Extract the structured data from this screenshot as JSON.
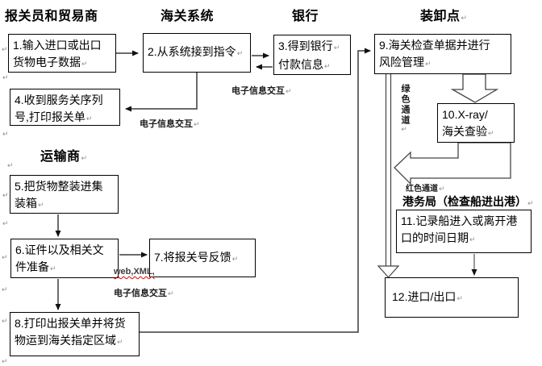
{
  "headers": {
    "trader": "报关员和贸易商",
    "customs_system": "海关系统",
    "bank": "银行",
    "loading_point": "装卸点↵",
    "transporter": "运输商↵",
    "port_authority": "港务局（检查船进出港）↵"
  },
  "boxes": {
    "b1": {
      "lines": [
        "1.输入进口或出口",
        "货物电子数据↵"
      ]
    },
    "b2": {
      "lines": [
        "2.从系统接到指令↵"
      ]
    },
    "b3": {
      "lines": [
        "3.得到银行↵",
        "付款信息↵"
      ]
    },
    "b4": {
      "lines": [
        "4.收到服务关序列",
        "号,打印报关单↵"
      ]
    },
    "b5": {
      "lines": [
        "5.把货物整装进集",
        "装箱↵"
      ]
    },
    "b6": {
      "lines": [
        "6.证件以及相关文",
        "件准备↵"
      ]
    },
    "b7": {
      "lines": [
        "7.将报关号反馈↵"
      ]
    },
    "b8": {
      "lines": [
        "8.打印出报关单并将货",
        "物运到海关指定区域↵"
      ]
    },
    "b9": {
      "lines": [
        "9.海关检查单据并进行",
        "风险管理↵"
      ]
    },
    "b10": {
      "lines": [
        "10.X-ray/",
        "海关查验↵"
      ]
    },
    "b11": {
      "lines": [
        "11.记录船进入或离开港",
        "口的时间日期↵"
      ]
    },
    "b12": {
      "lines": [
        "12.进口/出口↵"
      ]
    }
  },
  "labels": {
    "exchange_top": "电子信息交互↵",
    "exchange_mid": "电子信息交互↵",
    "web_xml": "web,XML,",
    "exchange_bottom": "电子信息交互↵",
    "green_channel": "绿色通道↵",
    "red_channel": "红色通道↵"
  },
  "symbols": {
    "return_mark": "↵"
  },
  "colors": {
    "line": "#3a3a3a",
    "gray_line": "#777777",
    "box_border": "#000000",
    "block_arrow_stroke": "#444444",
    "spellcheck_underline": "#e00000",
    "mark": "#909090"
  }
}
